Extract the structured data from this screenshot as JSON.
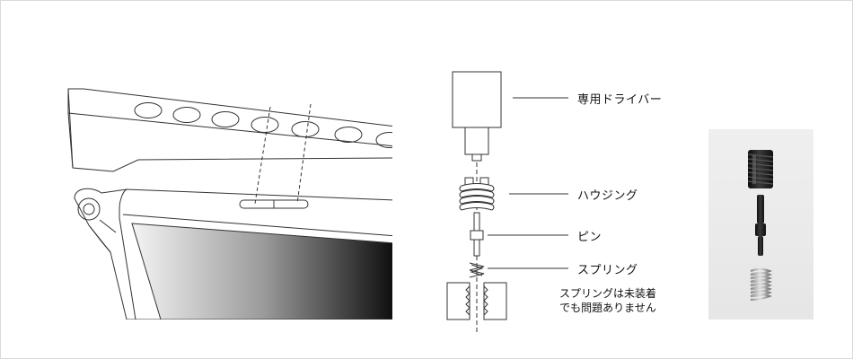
{
  "labels": {
    "driver": "専用ドライバー",
    "housing": "ハウジング",
    "pin": "ピン",
    "spring": "スプリング"
  },
  "note": {
    "line1": "スプリングは未装着",
    "line2": "でも問題ありません"
  },
  "colors": {
    "line": "#333333",
    "text": "#111111",
    "photo_bg": "#e9e9e9",
    "screw_dark": "#1a1a1a",
    "spring_light": "#b8b8b8"
  }
}
